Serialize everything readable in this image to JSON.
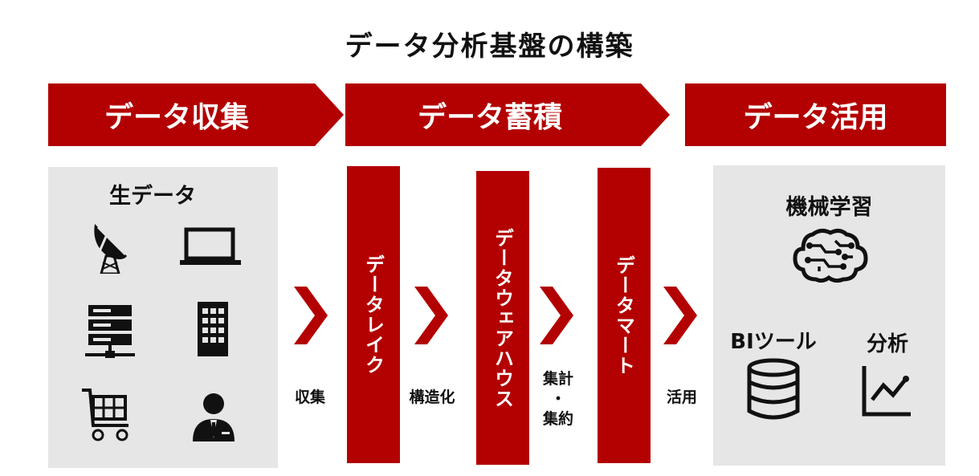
{
  "title": "データ分析基盤の構築",
  "stages": {
    "collect": "データ収集",
    "store": "データ蓄積",
    "use": "データ活用"
  },
  "raw_data": {
    "title": "生データ",
    "icons": [
      "satellite-dish-icon",
      "laptop-icon",
      "server-icon",
      "building-icon",
      "shopping-cart-icon",
      "business-person-icon"
    ]
  },
  "columns": {
    "lake": "データレイク",
    "warehouse": "データウェアハウス",
    "mart": "データマート"
  },
  "steps": {
    "collect": "収集",
    "structure": "構造化",
    "aggregate_1": "集計",
    "aggregate_dot": "・",
    "aggregate_2": "集約",
    "use": "活用"
  },
  "usage": {
    "ml": "機械学習",
    "bi": "BIツール",
    "analysis": "分析",
    "icons": [
      "brain-circuit-icon",
      "database-icon",
      "line-chart-icon"
    ]
  },
  "colors": {
    "accent": "#b30000",
    "panel": "#e6e6e6"
  }
}
